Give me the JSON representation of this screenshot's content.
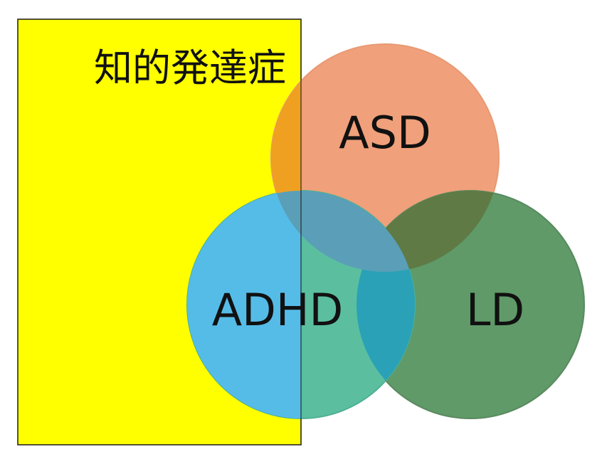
{
  "diagram": {
    "type": "venn",
    "rectangle": {
      "label": "知的発達症",
      "color": "#ffff00"
    },
    "circles": [
      {
        "id": "asd",
        "label": "ASD",
        "color": "#f0a07a"
      },
      {
        "id": "adhd",
        "label": "ADHD",
        "color": "#5bbf9f"
      },
      {
        "id": "ld",
        "label": "LD",
        "color": "#5f9a68"
      }
    ],
    "overlap_colors": {
      "asd_adhd": "#5a9fb7",
      "asd_ld": "#5f7a44",
      "adhd_ld": "#2aa1b6",
      "asd_rect": "#f0a020",
      "adhd_rect": "#55bce8"
    }
  }
}
